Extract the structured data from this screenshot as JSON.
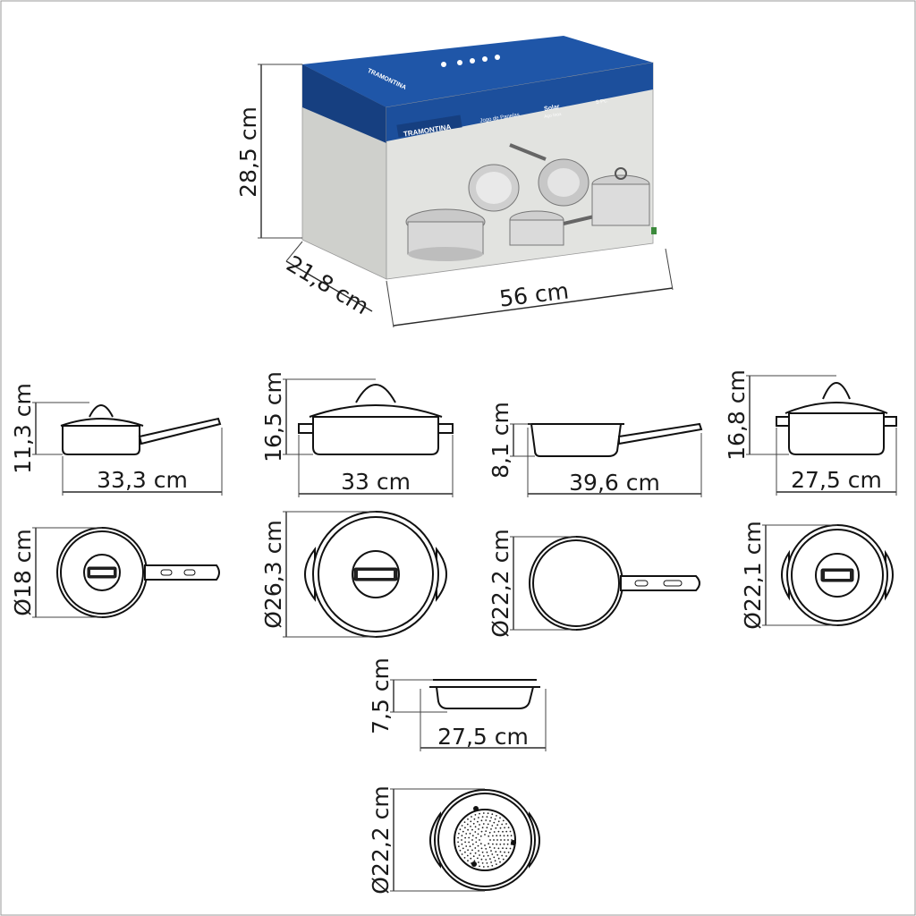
{
  "box": {
    "brand": "TRAMONTINA",
    "product_line": "Jogo de Panelas",
    "model": "Solar",
    "model_sub": "Aço Inox",
    "pieces": "5 Pc.",
    "dim_height": "28,5 cm",
    "dim_depth": "21,8 cm",
    "dim_width": "56 cm"
  },
  "side_views": {
    "saucepan": {
      "height": "11,3 cm",
      "length": "33,3 cm"
    },
    "casserole_large": {
      "height": "16,5 cm",
      "length": "33 cm"
    },
    "frypan": {
      "height": "8,1 cm",
      "length": "39,6 cm"
    },
    "casserole_small": {
      "height": "16,8 cm",
      "length": "27,5 cm"
    }
  },
  "top_views": {
    "saucepan": {
      "diameter": "Ø18 cm"
    },
    "casserole_large": {
      "diameter": "Ø26,3 cm"
    },
    "frypan": {
      "diameter": "Ø22,2 cm"
    },
    "casserole_small": {
      "diameter": "Ø22,1 cm"
    }
  },
  "steamer": {
    "height": "7,5 cm",
    "length": "27,5 cm",
    "diameter": "Ø22,2 cm"
  },
  "colors": {
    "box_blue": "#1c4f9c",
    "box_blue_dark": "#163f80",
    "box_gray": "#d9dad6",
    "line": "#2a2a2a"
  }
}
